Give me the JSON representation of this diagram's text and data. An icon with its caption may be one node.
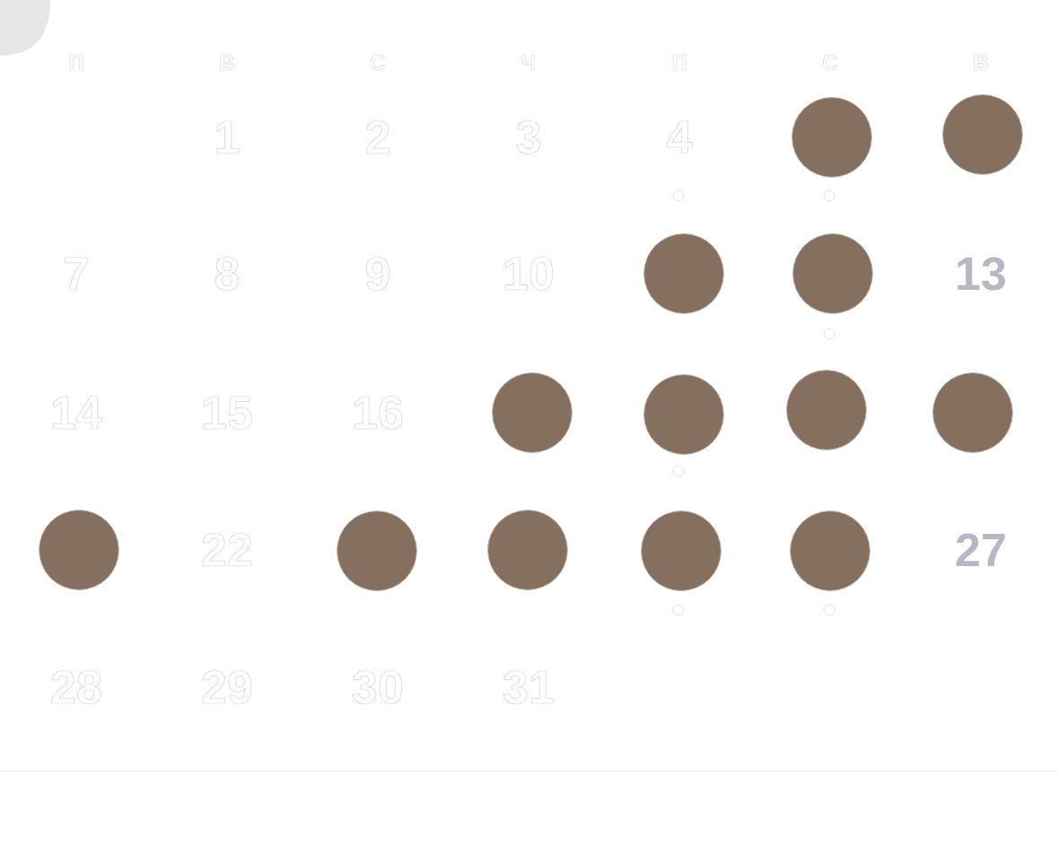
{
  "diagram": {
    "nodes": [
      {
        "text": [],
        "shape": "circle"
      },
      {
        "text": [],
        "shape": "circle"
      },
      {
        "text": [],
        "shape": "circle"
      },
      {
        "text": [],
        "shape": "circle"
      },
      {
        "text": [],
        "shape": "circle"
      },
      {
        "text": [],
        "shape": "circle"
      },
      {
        "text": [],
        "shape": "circle"
      },
      {
        "text": [],
        "shape": "circle"
      },
      {
        "text": [],
        "shape": "circle"
      },
      {
        "text": [],
        "shape": "circle"
      },
      {
        "text": [],
        "shape": "circle"
      },
      {
        "text": [],
        "shape": "circle"
      },
      {
        "text": [],
        "shape": "circle"
      }
    ],
    "labels": [
      "П",
      "В",
      "С",
      "Ч",
      "П",
      "С",
      "В",
      "1",
      "2",
      "3",
      "4",
      "7",
      "8",
      "9",
      "10",
      "13",
      "14",
      "15",
      "16",
      "22",
      "27",
      "28",
      "29",
      "30",
      "31"
    ]
  }
}
